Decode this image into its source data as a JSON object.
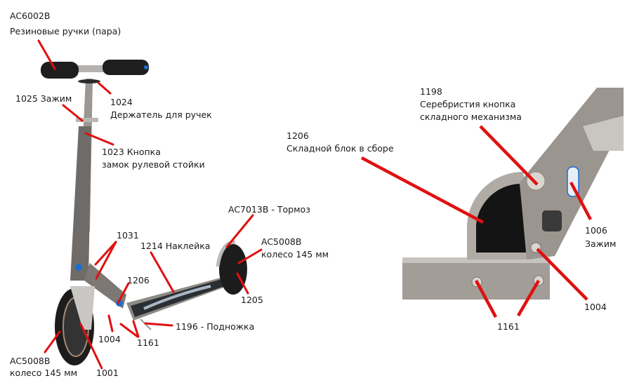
{
  "colors": {
    "leader_line": "#e01010",
    "metal": "#8e8a86",
    "grip": "#1e1e1e",
    "accent_blue": "#1a6fd0"
  },
  "left_scooter": {
    "labels": [
      {
        "id": "ac6002b",
        "lines": [
          "AC6002B",
          "Резиновые ручки (пара)"
        ]
      },
      {
        "id": "1025",
        "lines": [
          "1025 Зажим"
        ]
      },
      {
        "id": "1024",
        "lines": [
          "1024",
          "Держатель для ручек"
        ]
      },
      {
        "id": "1023",
        "lines": [
          "1023 Кнопка",
          "замок рулевой стойки"
        ]
      },
      {
        "id": "ac7013b",
        "lines": [
          "AC7013B - Тормоз"
        ]
      },
      {
        "id": "1031",
        "lines": [
          "1031"
        ]
      },
      {
        "id": "1214",
        "lines": [
          "1214 Наклейка"
        ]
      },
      {
        "id": "ac5008b-rear",
        "lines": [
          "AC5008B",
          "колесо 145 мм"
        ]
      },
      {
        "id": "1206",
        "lines": [
          "1206"
        ]
      },
      {
        "id": "1205",
        "lines": [
          "1205"
        ]
      },
      {
        "id": "1196",
        "lines": [
          "1196 - Подножка"
        ]
      },
      {
        "id": "1004",
        "lines": [
          "1004"
        ]
      },
      {
        "id": "1161",
        "lines": [
          "1161"
        ]
      },
      {
        "id": "ac5008b-front",
        "lines": [
          "AC5008B",
          "колесо 145 мм"
        ]
      },
      {
        "id": "1001",
        "lines": [
          "1001"
        ]
      }
    ]
  },
  "right_detail": {
    "labels": [
      {
        "id": "1198",
        "lines": [
          "1198",
          "Серебристия кнопка",
          "складного механизма"
        ]
      },
      {
        "id": "1206",
        "lines": [
          "1206",
          "Складной блок в сборе"
        ]
      },
      {
        "id": "1006",
        "lines": [
          "1006",
          "Зажим"
        ]
      },
      {
        "id": "1004",
        "lines": [
          "1004"
        ]
      },
      {
        "id": "1161",
        "lines": [
          "1161"
        ]
      }
    ]
  }
}
